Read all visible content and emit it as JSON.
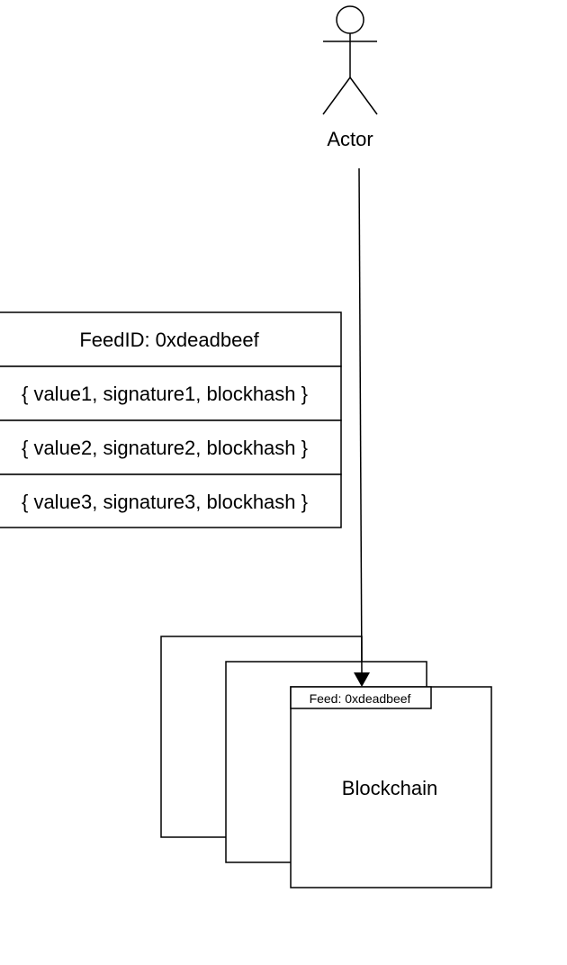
{
  "actor": {
    "label": "Actor"
  },
  "feed_table": {
    "header": "FeedID: 0xdeadbeef",
    "rows": [
      "{ value1, signature1, blockhash }",
      "{ value2, signature2, blockhash }",
      "{ value3, signature3, blockhash }"
    ]
  },
  "blockchain": {
    "label": "Blockchain",
    "tab_label": "Feed: 0xdeadbeef"
  },
  "colors": {
    "stroke": "#000000",
    "background": "#ffffff"
  }
}
